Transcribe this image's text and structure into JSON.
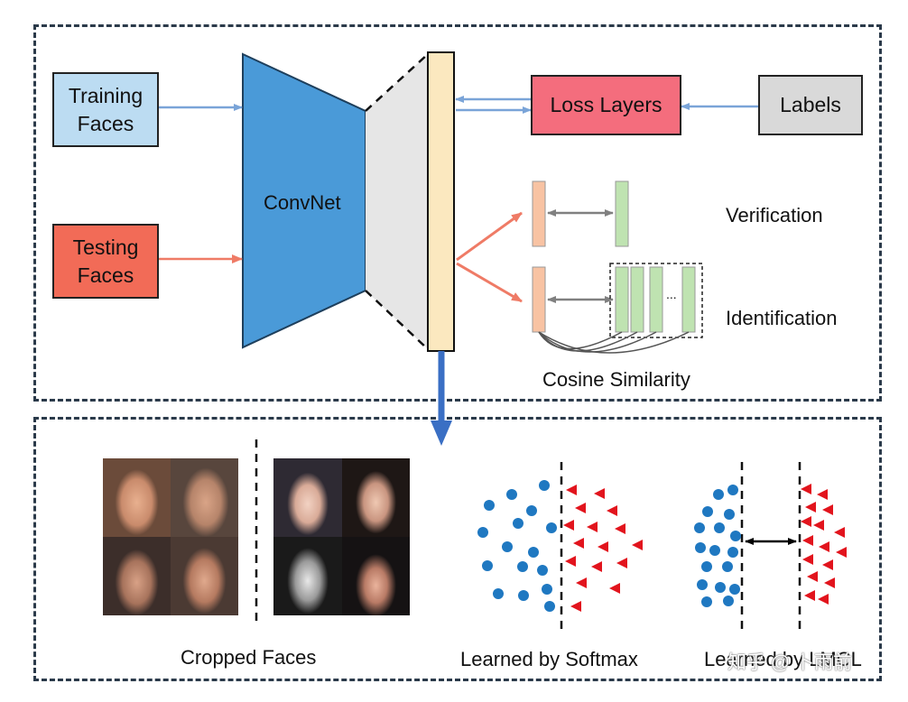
{
  "top_panel": {
    "training_faces": "Training\nFaces",
    "testing_faces": "Testing\nFaces",
    "convnet": "ConvNet",
    "loss_layers": "Loss Layers",
    "labels": "Labels",
    "verification": "Verification",
    "identification": "Identification",
    "cosine_similarity": "Cosine Similarity",
    "ellipsis": "..."
  },
  "bottom_panel": {
    "cropped_faces": "Cropped Faces",
    "learned_softmax": "Learned by Softmax",
    "learned_lmcl": "Learned by LMCL",
    "watermark": "知乎 @ 卜雨前"
  },
  "colors": {
    "training": "#bcdcf2",
    "testing": "#f26b57",
    "convnet": "#4a9ad8",
    "loss": "#f46d7d",
    "labels": "#d9d9d9",
    "feature": "#fbe8bf",
    "probe": "#f8c3a3",
    "gallery": "#bfe3b1",
    "dot": "#1f78c1",
    "triangle": "#e2141d",
    "blue_arrow": "#7aa4d8",
    "red_arrow": "#ef7b66"
  }
}
